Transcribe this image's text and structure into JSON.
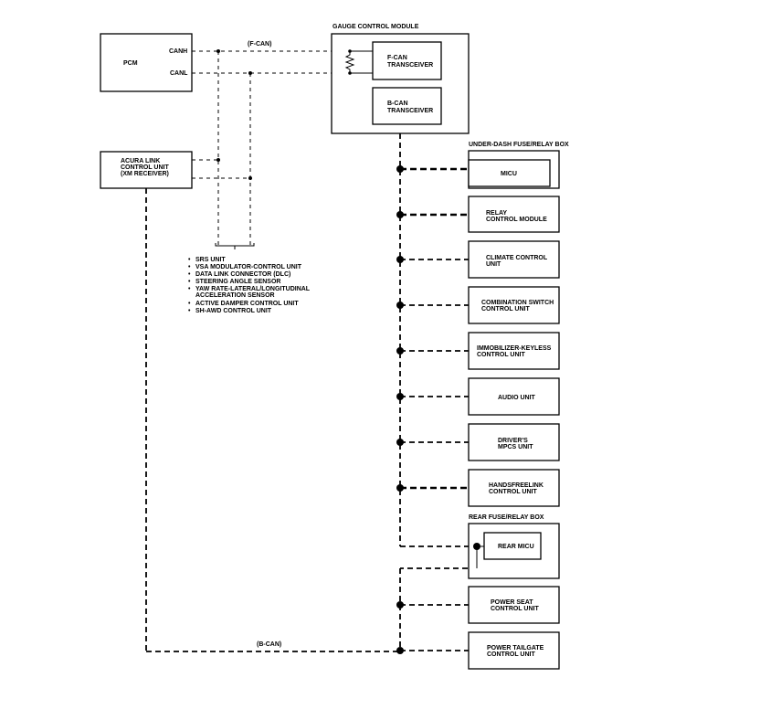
{
  "diagram": {
    "pcm": {
      "name": "PCM",
      "canh": "CANH",
      "canl": "CANL"
    },
    "f_can_label": "(F-CAN)",
    "b_can_label": "(B-CAN)",
    "gauge": {
      "title": "GAUGE CONTROL MODULE",
      "f_transceiver": [
        "F-CAN",
        "TRANSCEIVER"
      ],
      "b_transceiver": [
        "B-CAN",
        "TRANSCEIVER"
      ]
    },
    "acura_link": [
      "ACURA LINK",
      "CONTROL UNIT",
      "(XM RECEIVER)"
    ],
    "f_can_units": [
      "SRS UNIT",
      "VSA MODULATOR-CONTROL UNIT",
      "DATA LINK CONNECTOR (DLC)",
      "STEERING ANGLE SENSOR",
      "YAW RATE-LATERAL/LONGITUDINAL",
      "ACCELERATION SENSOR",
      "ACTIVE DAMPER CONTROL UNIT",
      "SH-AWD CONTROL UNIT"
    ],
    "under_dash_title": "UNDER-DASH FUSE/RELAY BOX",
    "rear_box_title": "REAR FUSE/RELAY BOX",
    "units": [
      [
        "MICU"
      ],
      [
        "RELAY",
        "CONTROL MODULE"
      ],
      [
        "CLIMATE CONTROL",
        "UNIT"
      ],
      [
        "COMBINATION SWITCH",
        "CONTROL UNIT"
      ],
      [
        "IMMOBILIZER-KEYLESS",
        "CONTROL UNIT"
      ],
      [
        "AUDIO UNIT"
      ],
      [
        "DRIVER'S",
        "MPCS UNIT"
      ],
      [
        "HANDSFREELINK",
        "CONTROL UNIT"
      ],
      [
        "REAR MICU"
      ],
      [
        "POWER SEAT",
        "CONTROL UNIT"
      ],
      [
        "POWER TAILGATE",
        "CONTROL UNIT"
      ]
    ]
  }
}
